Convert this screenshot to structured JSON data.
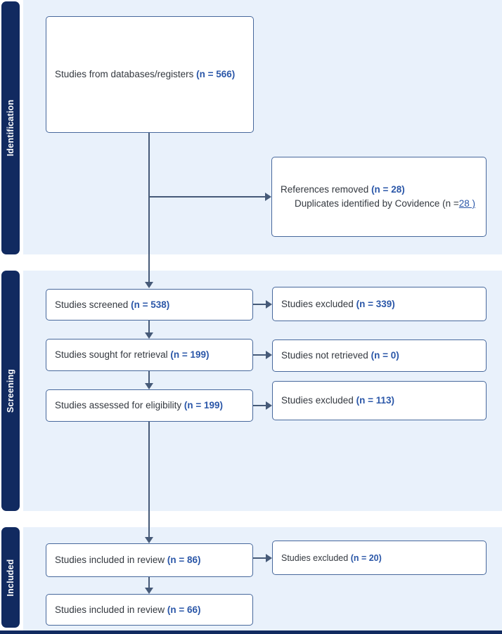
{
  "sidebar": {
    "identification": "Identification",
    "screening": "Screening",
    "included": "Included"
  },
  "boxes": {
    "databases": {
      "text": "Studies from databases/registers ",
      "count": "(n = 566)"
    },
    "references_removed": {
      "line1_text": "References removed ",
      "line1_count": "(n = 28)",
      "line2_text": "Duplicates identified by Covidence (n =",
      "line2_link": "28 )"
    },
    "screened": {
      "text": "Studies screened ",
      "count": "(n = 538)"
    },
    "excluded_screening": {
      "text": "Studies excluded ",
      "count": "(n = 339)"
    },
    "sought": {
      "text": "Studies sought for retrieval ",
      "count": "(n = 199)"
    },
    "not_retrieved": {
      "text": "Studies not retrieved ",
      "count": "(n = 0)"
    },
    "assessed": {
      "text": "Studies assessed for eligibility ",
      "count": "(n = 199)"
    },
    "excluded_eligibility": {
      "text": "Studies excluded ",
      "count": "(n = 113)"
    },
    "included_review": {
      "text": "Studies included in review ",
      "count": "(n = 86)"
    },
    "excluded_review": {
      "text": "Studies excluded ",
      "count": "(n = 20)"
    },
    "included_final": {
      "text": "Studies included in review ",
      "count": "(n = 66)"
    }
  },
  "colors": {
    "navy": "#112a60",
    "band": "#e9f1fb",
    "box_border": "#47689c",
    "arrow": "#465a78",
    "accent_blue": "#2b57a8",
    "text": "#33383f"
  }
}
